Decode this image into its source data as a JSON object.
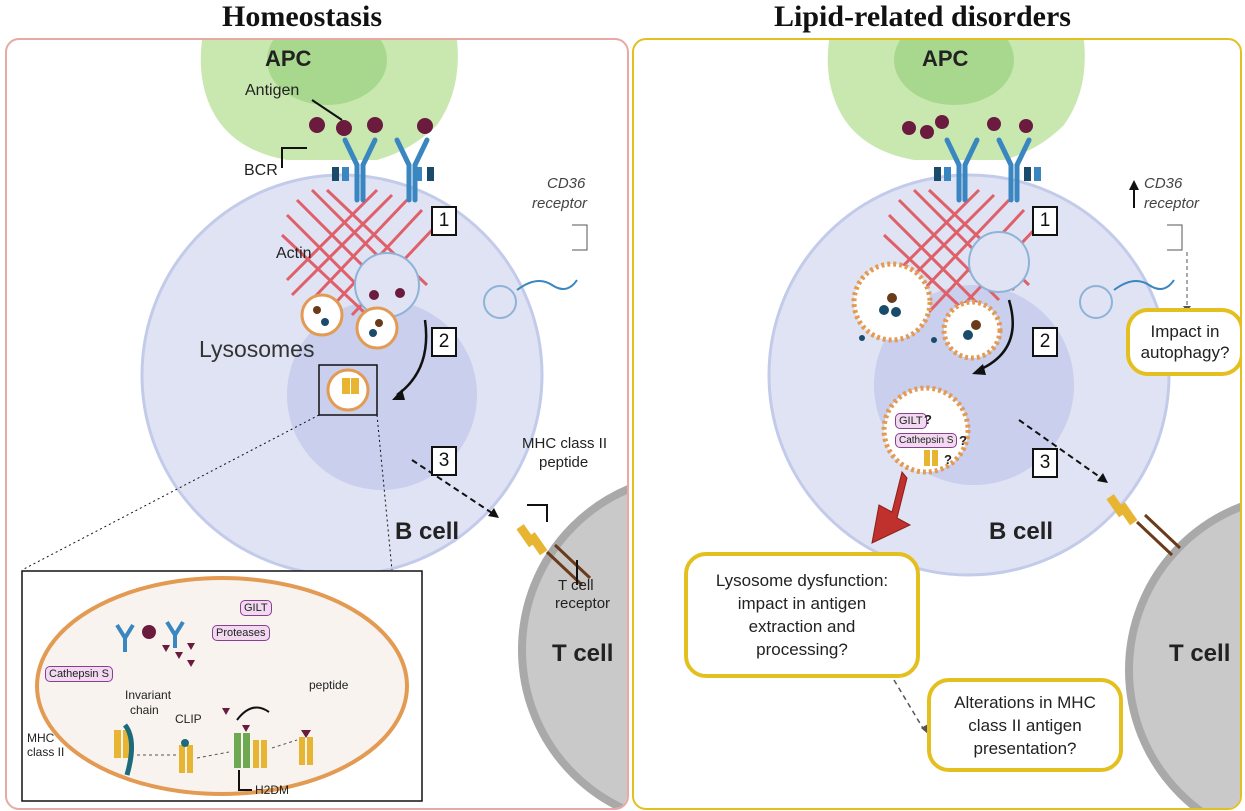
{
  "left_panel": {
    "title": "Homeostasis",
    "apc": "APC",
    "antigen": "Antigen",
    "bcr": "BCR",
    "actin": "Actin",
    "cd36_line1": "CD36",
    "cd36_line2": "receptor",
    "lysosomes": "Lysosomes",
    "step1": "1",
    "step2": "2",
    "step3": "3",
    "mhc_peptide_line1": "MHC class II",
    "mhc_peptide_line2": "peptide",
    "b_cell": "B cell",
    "t_cell": "T cell",
    "tcr_line1": "T cell",
    "tcr_line2": "receptor",
    "inset": {
      "gilt": "GILT",
      "proteases": "Proteases",
      "cathepsin_s": "Cathepsin S",
      "invariant_line1": "Invariant",
      "invariant_line2": "chain",
      "clip": "CLIP",
      "peptide": "peptide",
      "mhc_line1": "MHC",
      "mhc_line2": "class II",
      "h2dm": "H2DM"
    }
  },
  "right_panel": {
    "title": "Lipid-related disorders",
    "apc": "APC",
    "cd36_line1": "CD36",
    "cd36_line2": "receptor",
    "step1": "1",
    "step2": "2",
    "step3": "3",
    "gilt": "GILT",
    "gilt_q": "?",
    "cathepsin_s": "Cathepsin S",
    "cathepsin_q": "?",
    "mhc_q": "?",
    "autophagy_line1": "Impact in",
    "autophagy_line2": "autophagy?",
    "lysosome_line1": "Lysosome dysfunction:",
    "lysosome_line2": "impact in antigen",
    "lysosome_line3": "extraction and",
    "lysosome_line4": "processing?",
    "mhc_alt_line1": "Alterations in MHC",
    "mhc_alt_line2": "class II antigen",
    "mhc_alt_line3": "presentation?",
    "b_cell": "B cell",
    "t_cell": "T cell"
  },
  "colors": {
    "apc": "#c8e8b0",
    "apc_nucleus": "#a8d88e",
    "b_cell": "#dfe3f3",
    "b_cell_inner": "#c9cfec",
    "t_cell": "#c9c9c9",
    "actin": "#e0606a",
    "antigen": "#6a1b3e",
    "bcr": "#3a86c0",
    "lysosome_border": "#e39a52",
    "mhc": "#e8b533",
    "homeostasis_border": "#e9a9a3",
    "disorder_border": "#e3c020",
    "alert_arrow": "#c0302c"
  }
}
